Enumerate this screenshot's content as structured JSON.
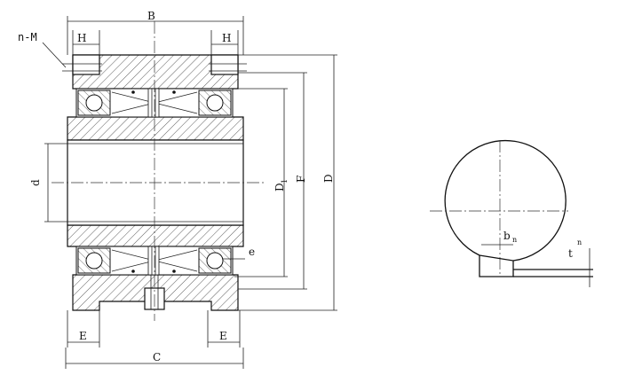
{
  "labels": {
    "B": "B",
    "H_left": "H",
    "H_right": "H",
    "nM": "n-M",
    "d": "d",
    "D1": "D",
    "D1_sub": "1",
    "F": "F",
    "D": "D",
    "e": "e",
    "E_left": "E",
    "E_right": "E",
    "C": "C",
    "bn": "b",
    "bn_sub": "n",
    "tn": "t",
    "tn_sub": "n"
  }
}
